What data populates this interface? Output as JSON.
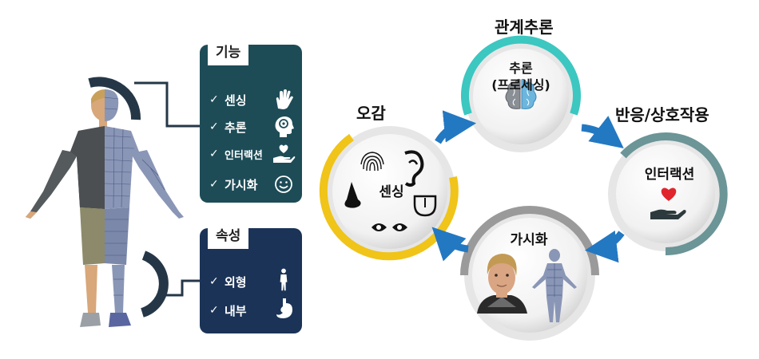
{
  "function_panel": {
    "title": "기능",
    "items": [
      {
        "label": "센싱",
        "icon": "hand-icon"
      },
      {
        "label": "추론",
        "icon": "brain-head-icon"
      },
      {
        "label": "인터랙션",
        "icon": "heart-hand-icon"
      },
      {
        "label": "가시화",
        "icon": "smiley-icon"
      }
    ]
  },
  "attribute_panel": {
    "title": "속성",
    "items": [
      {
        "label": "외형",
        "icon": "person-icon"
      },
      {
        "label": "내부",
        "icon": "stomach-icon"
      }
    ]
  },
  "cycle": {
    "top_label": "관계추론",
    "left_label": "오감",
    "right_label": "반응/상호작용",
    "nodes": {
      "reasoning": {
        "line1": "추론",
        "line2": "(프로세싱)",
        "ring_color": "#3cc7c1"
      },
      "sensing": {
        "label": "센싱",
        "ring_color": "#f0c419"
      },
      "interaction": {
        "label": "인터랙션",
        "ring_color": "#6b9597"
      },
      "visualization": {
        "label": "가시화",
        "ring_color": "#9a9a9a"
      }
    },
    "arrow_color": "#2378c2"
  },
  "colors": {
    "function_panel_bg": "#1d4c57",
    "attribute_panel_bg": "#1b3357",
    "connector": "#253747"
  }
}
